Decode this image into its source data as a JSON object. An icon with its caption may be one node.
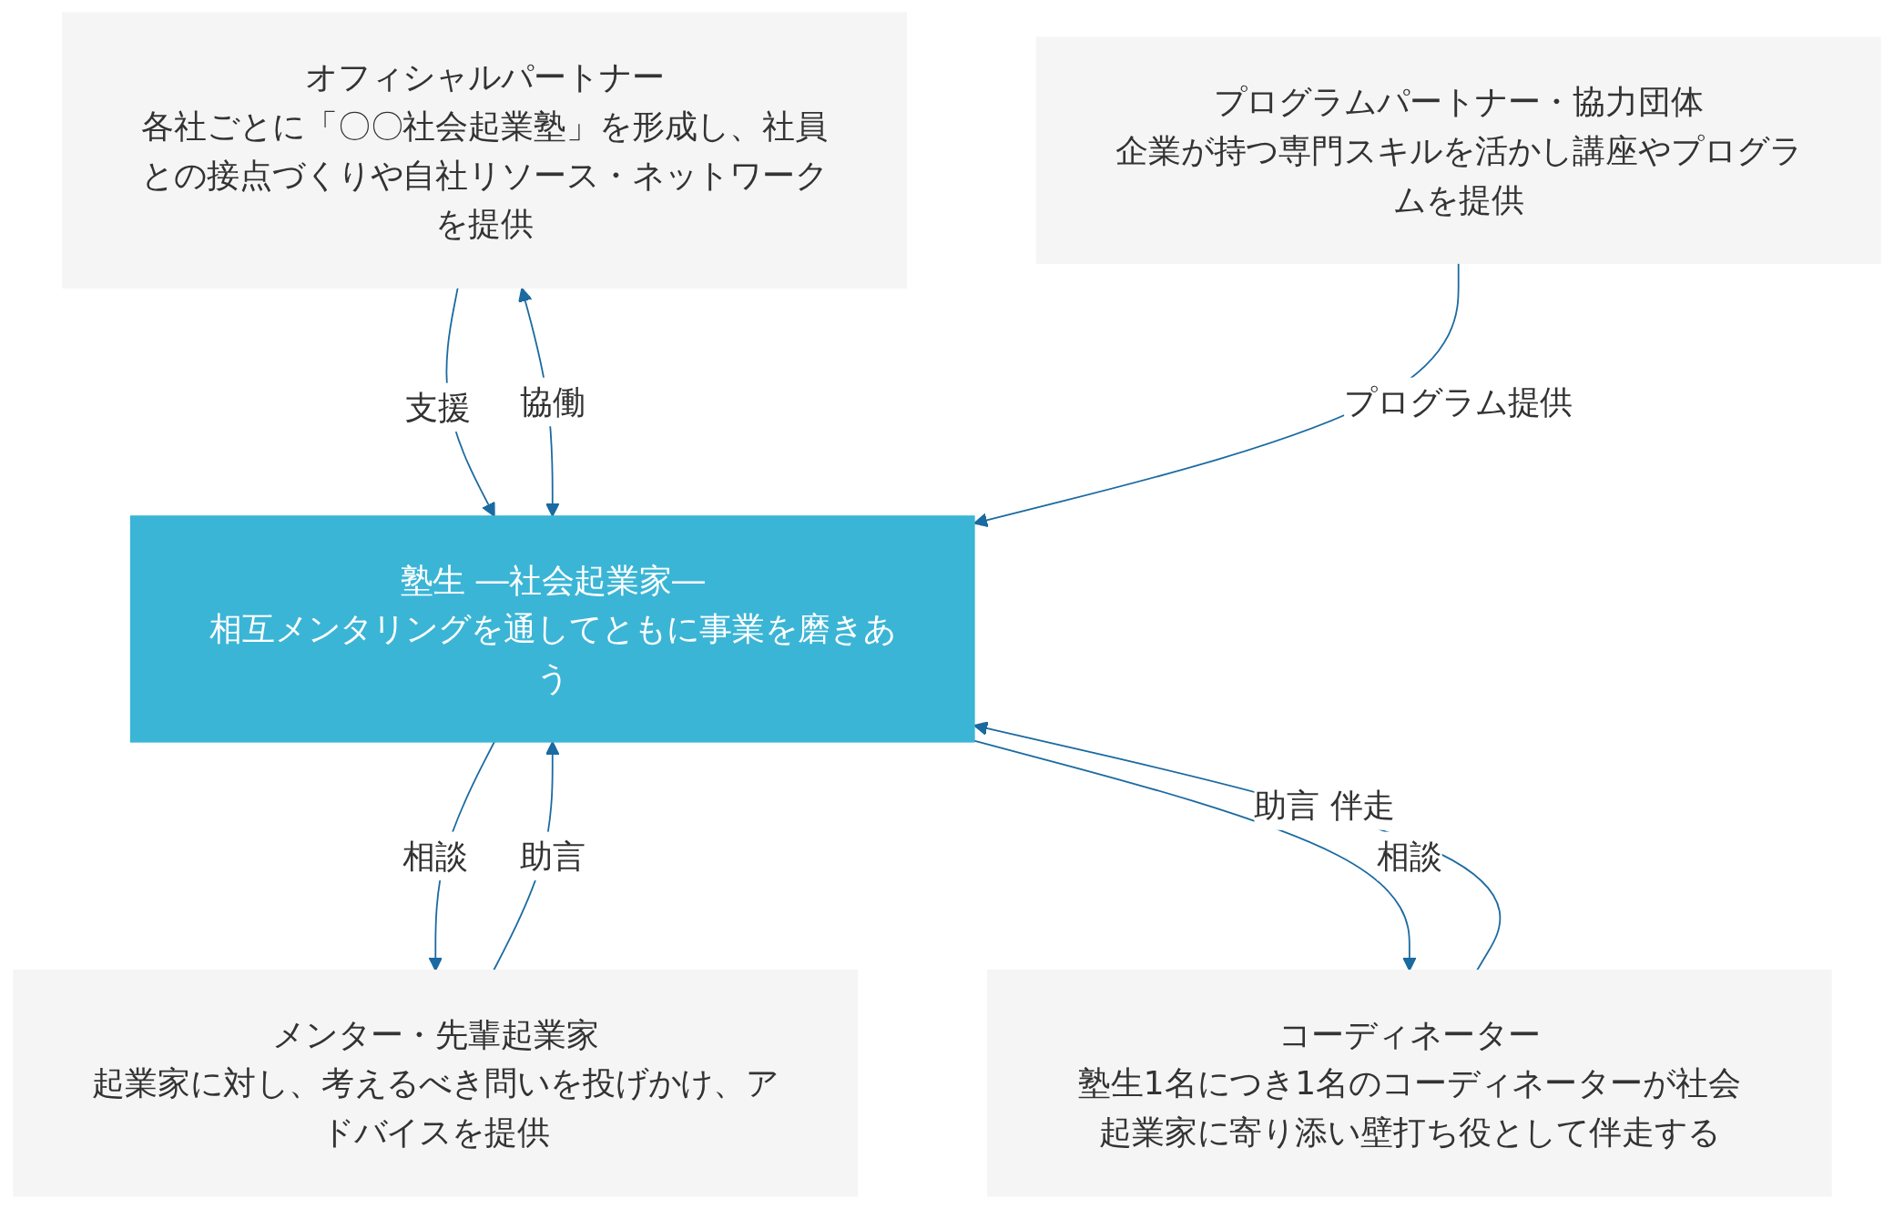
{
  "diagram": {
    "nodes": [
      {
        "text": [
          "オフィシャルパートナー",
          "各社ごとに「〇〇社会起業塾」を形成し、社員との接点づくりや自社リソース・ネットワークを提供"
        ]
      },
      {
        "text": [
          "塾生 ―社会起業家―",
          "相互メンタリングを通してともに事業を磨きあう"
        ]
      },
      {
        "text": [
          "メンター・先輩起業家",
          "起業家に対し、考えるべき問いを投げかけ、アドバイスを提供"
        ]
      },
      {
        "text": [
          "プログラムパートナー・協力団体",
          "企業が持つ専門スキルを活かし講座やプログラムを提供"
        ]
      },
      {
        "text": [
          "コーディネーター",
          "塾生1名につき1名のコーディネーターが社会起業家に寄り添い壁打ち役として伴走する"
        ]
      }
    ],
    "edges": [
      {
        "from": 0,
        "to": 1,
        "arrow": "to",
        "label": "支援"
      },
      {
        "from": 0,
        "to": 1,
        "arrow": "both",
        "label": "協働"
      },
      {
        "from": 1,
        "to": 2,
        "arrow": "to",
        "label": "相談"
      },
      {
        "from": 2,
        "to": 1,
        "arrow": "to",
        "label": "助言"
      },
      {
        "from": 3,
        "to": 1,
        "arrow": "to",
        "label": "プログラム提供"
      },
      {
        "from": 4,
        "to": 1,
        "arrow": "to",
        "label": "助言 伴走"
      },
      {
        "from": 1,
        "to": 4,
        "arrow": "to",
        "label": "相談"
      }
    ]
  }
}
